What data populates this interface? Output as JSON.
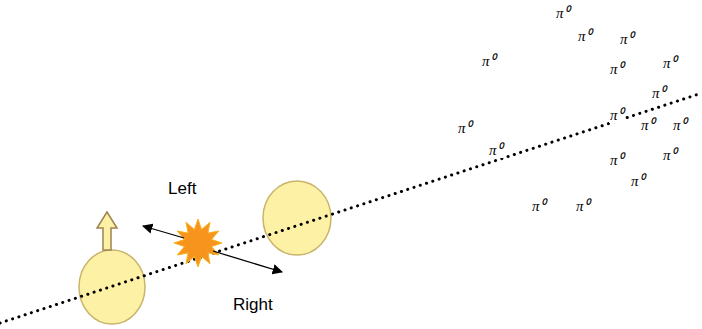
{
  "diagram": {
    "labels": [
      "Left",
      "Right",
      "π⁰",
      "π⁰",
      "π⁰",
      "π⁰",
      "π⁰",
      "π⁰",
      "π⁰",
      "π⁰",
      "π⁰",
      "π⁰",
      "π⁰",
      "π⁰",
      "π⁰",
      "π⁰",
      "π⁰",
      "π⁰",
      "π⁰"
    ]
  }
}
